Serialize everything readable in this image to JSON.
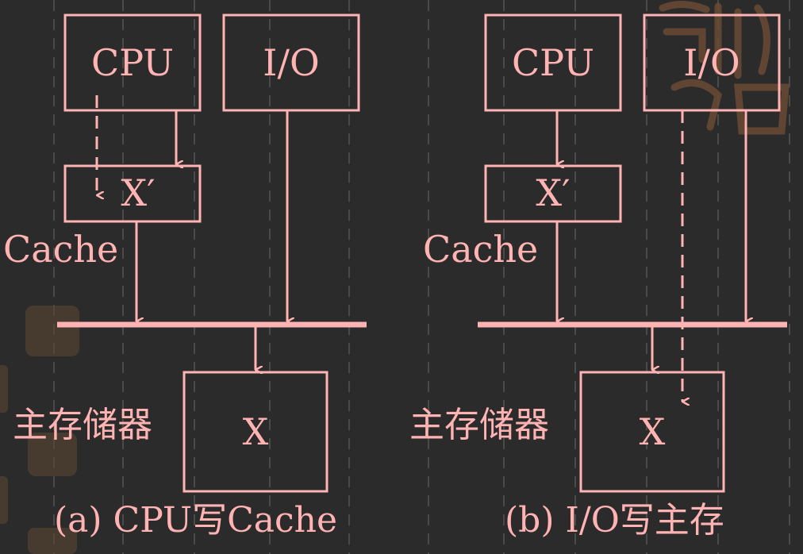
{
  "panel_a": {
    "cpu_label": "CPU",
    "io_label": "I/O",
    "cache_entry_label": "X′",
    "cache_label": "Cache",
    "memory_label": "主存储器",
    "memory_entry_label": "X",
    "caption": "(a) CPU写Cache"
  },
  "panel_b": {
    "cpu_label": "CPU",
    "io_label": "I/O",
    "cache_entry_label": "X′",
    "cache_label": "Cache",
    "memory_label": "主存储器",
    "memory_entry_label": "X",
    "caption": "(b) I/O写主存"
  },
  "colors": {
    "background": "#2b2b2b",
    "line": "#ffb3b3",
    "grid_dash": "#4a4a4a"
  }
}
